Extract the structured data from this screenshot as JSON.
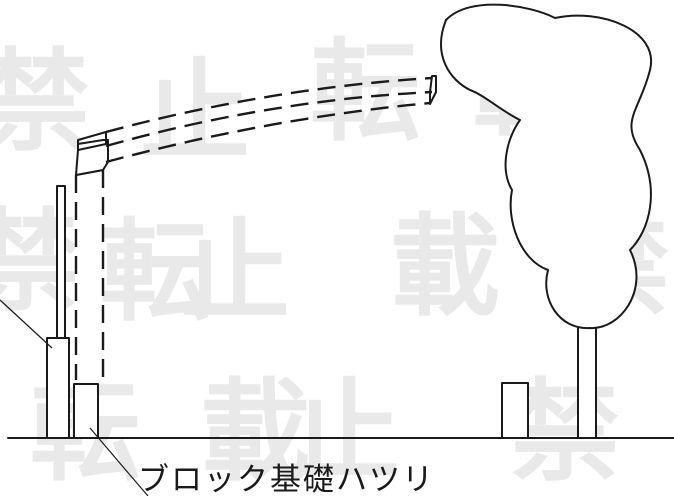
{
  "callout_label": "ブロック基礎ハツリ",
  "colors": {
    "ink": "#1a1a1a",
    "watermark": "#e9e9e9",
    "background": "#ffffff"
  },
  "watermark_glyphs": [
    "禁",
    "止",
    "転",
    "載"
  ]
}
